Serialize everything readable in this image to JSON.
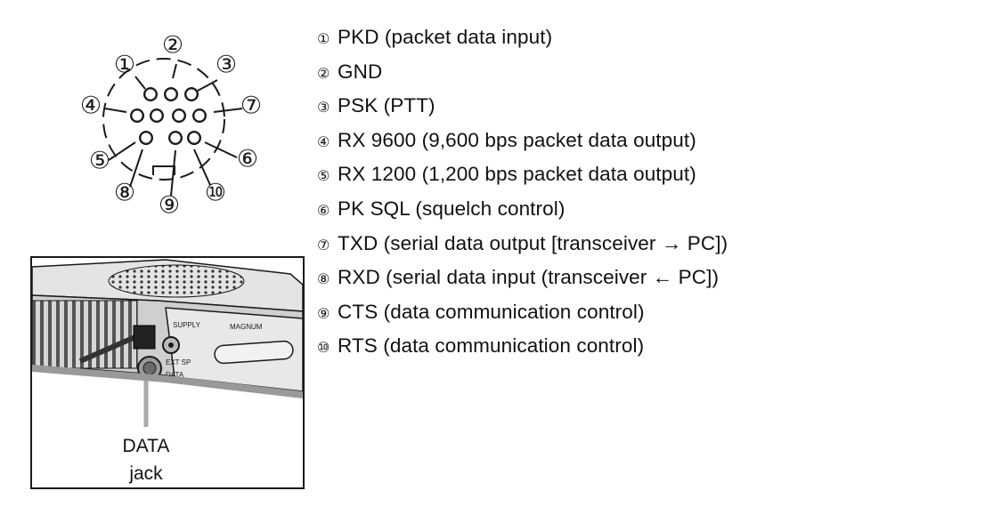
{
  "connector": {
    "pin_numbers": [
      "①",
      "②",
      "③",
      "④",
      "⑤",
      "⑥",
      "⑦",
      "⑧",
      "⑨",
      "⑩"
    ]
  },
  "pins": [
    {
      "num": "①",
      "label": "PKD (packet data input)"
    },
    {
      "num": "②",
      "label": "GND"
    },
    {
      "num": "③",
      "label": "PSK (PTT)"
    },
    {
      "num": "④",
      "label": "RX 9600 (9,600 bps packet data output)"
    },
    {
      "num": "⑤",
      "label": "RX 1200 (1,200 bps packet data output)"
    },
    {
      "num": "⑥",
      "label": "PK SQL (squelch control)"
    },
    {
      "num": "⑦",
      "label": "TXD (serial data output [transceiver → PC])"
    },
    {
      "num": "⑧",
      "label": "RXD (serial data input (transceiver ← PC])"
    },
    {
      "num": "⑨",
      "label": "CTS (data communication control)"
    },
    {
      "num": "⑩",
      "label": "RTS (data communication control)"
    }
  ],
  "photo": {
    "caption_line1": "DATA",
    "caption_line2": "jack",
    "panel_label_top": "SUPPLY",
    "panel_label_ext": "EXT SP",
    "panel_label_data": "DATA",
    "side_label": "MAGNUM"
  },
  "colors": {
    "ink": "#1a1a1a",
    "photo_gray": "#8c8c8c",
    "pointer": "#a8a8a8"
  }
}
